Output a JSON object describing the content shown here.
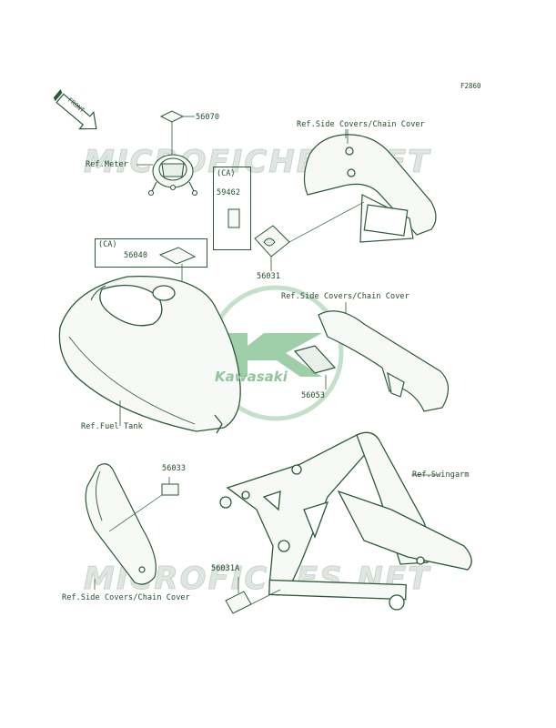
{
  "figure_code": "F2860",
  "front_arrow_label": "FRONT",
  "watermark": {
    "top": "MICROFICHES.NET",
    "bottom": "MICROFICHES.NET",
    "logo_text": "Kawasaki"
  },
  "callouts": {
    "part_56070": "56070",
    "ref_meter": "Ref.Meter",
    "ref_side_covers_top": "Ref.Side Covers/Chain Cover",
    "ca_1": "(CA)",
    "part_59462": "59462",
    "ca_2": "(CA)",
    "part_56040": "56040",
    "part_56031": "56031",
    "ref_side_covers_mid": "Ref.Side Covers/Chain Cover",
    "part_56053": "56053",
    "ref_fuel_tank": "Ref.Fuel Tank",
    "part_56033": "56033",
    "ref_swingarm": "Ref.Swingarm",
    "part_56031A": "56031A",
    "ref_side_covers_bottom": "Ref.Side Covers/Chain Cover"
  },
  "colors": {
    "line": "#2b5a36",
    "fill": "#f6f9f6",
    "logo": "#8fc79a"
  }
}
